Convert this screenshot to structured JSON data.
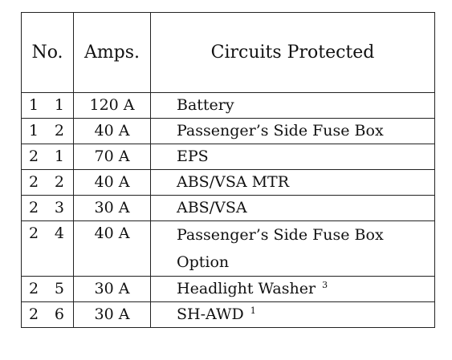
{
  "table": {
    "headers": {
      "no": "No.",
      "amps": "Amps.",
      "circuits": "Circuits Protected"
    },
    "rows": [
      {
        "a": "1",
        "b": "1",
        "amps": "120 A",
        "circuits": [
          "Battery"
        ],
        "note": ""
      },
      {
        "a": "1",
        "b": "2",
        "amps": "40 A",
        "circuits": [
          "Passenger’s Side Fuse Box"
        ],
        "note": ""
      },
      {
        "a": "2",
        "b": "1",
        "amps": "70 A",
        "circuits": [
          "EPS"
        ],
        "note": ""
      },
      {
        "a": "2",
        "b": "2",
        "amps": "40 A",
        "circuits": [
          "ABS/VSA MTR"
        ],
        "note": ""
      },
      {
        "a": "2",
        "b": "3",
        "amps": "30 A",
        "circuits": [
          "ABS/VSA"
        ],
        "note": ""
      },
      {
        "a": "2",
        "b": "4",
        "amps": "40 A",
        "circuits": [
          "Passenger’s Side Fuse Box",
          "Option"
        ],
        "note": ""
      },
      {
        "a": "2",
        "b": "5",
        "amps": "30 A",
        "circuits": [
          "Headlight Washer"
        ],
        "note": "3"
      },
      {
        "a": "2",
        "b": "6",
        "amps": "30 A",
        "circuits": [
          "SH-AWD"
        ],
        "note": "1"
      }
    ]
  }
}
